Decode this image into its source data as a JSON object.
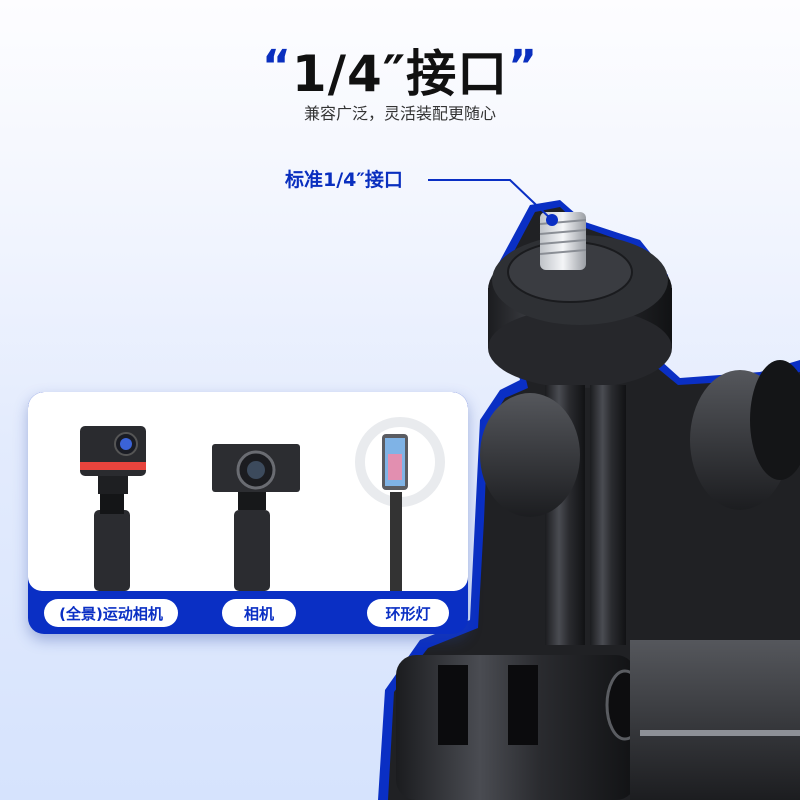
{
  "header": {
    "title_open_quote": "“",
    "title_main": "1/4″接口",
    "title_close_quote": "”",
    "subtitle": "兼容广泛，灵活装配更随心"
  },
  "callout": {
    "label": "标准1/4″接口"
  },
  "compatibility_card": {
    "items": [
      {
        "label": "(全景)运动相机",
        "icon": "action-camera-icon"
      },
      {
        "label": "相机",
        "icon": "camera-icon"
      },
      {
        "label": "环形灯",
        "icon": "ring-light-icon"
      }
    ]
  },
  "colors": {
    "accent": "#0a2fc4",
    "title": "#111111",
    "background_top": "#fdfdff",
    "background_bottom": "#d6e3fd"
  }
}
